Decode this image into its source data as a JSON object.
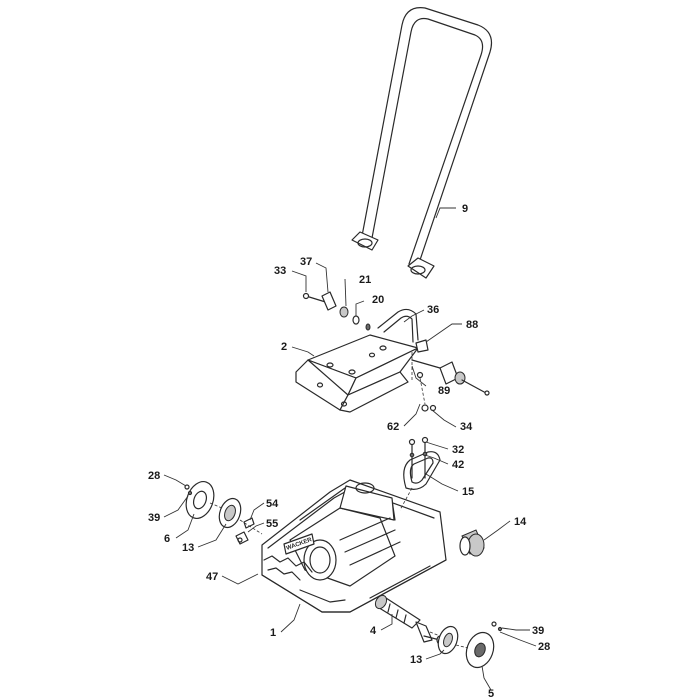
{
  "callouts": {
    "c9": "9",
    "c33": "33",
    "c37": "37",
    "c21": "21",
    "c20": "20",
    "c36": "36",
    "c88": "88",
    "c2": "2",
    "c89": "89",
    "c62": "62",
    "c34": "34",
    "c32": "32",
    "c42": "42",
    "c15": "15",
    "c14": "14",
    "c28a": "28",
    "c39a": "39",
    "c6": "6",
    "c13a": "13",
    "c54": "54",
    "c55": "55",
    "c47": "47",
    "c1": "1",
    "c4": "4",
    "c13b": "13",
    "c5": "5",
    "c39b": "39",
    "c28b": "28"
  },
  "brand_plate": "WACKER"
}
